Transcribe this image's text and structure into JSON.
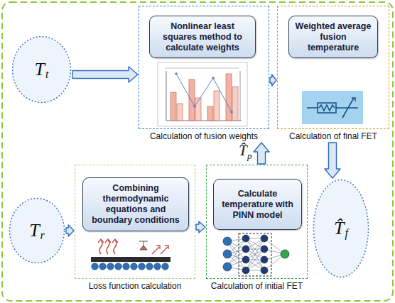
{
  "diagram": {
    "nodes": [
      {
        "text": [
          "T",
          "t"
        ]
      },
      {
        "text": [
          "Calculation of fusion weights"
        ]
      },
      {
        "text": [
          "Nonlinear least squares method to calculate weights"
        ],
        "in": 1
      },
      {
        "text": [
          "Calculation of final FET"
        ]
      },
      {
        "text": [
          "Weighted average fusion temperature"
        ],
        "in": 3
      },
      {
        "text": [
          "T",
          "r"
        ]
      },
      {
        "text": [
          "Loss function calculation"
        ]
      },
      {
        "text": [
          "Combining thermodynamic equations and boundary conditions"
        ],
        "in": 6
      },
      {
        "text": [
          "Calculation of initial FET"
        ]
      },
      {
        "text": [
          "Calculate temperature with PINN model"
        ],
        "in": 8
      },
      {
        "text": [
          "T̂",
          "f"
        ]
      }
    ],
    "edges": [
      {
        "from": 0,
        "to": 1,
        "arrow": "to"
      },
      {
        "from": 1,
        "to": 3,
        "arrow": "to"
      },
      {
        "from": 3,
        "to": 10,
        "arrow": "to"
      },
      {
        "from": 5,
        "to": 6,
        "arrow": "to"
      },
      {
        "from": 6,
        "to": 8,
        "arrow": "to"
      },
      {
        "from": 8,
        "to": 1,
        "arrow": "to"
      }
    ],
    "labels": [
      "T̂",
      "p"
    ]
  }
}
